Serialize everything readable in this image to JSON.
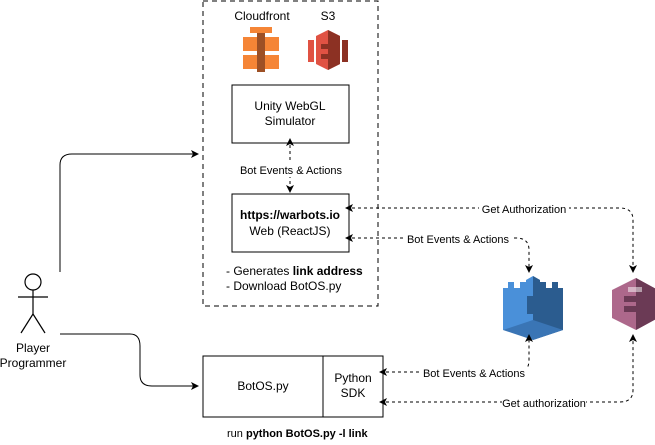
{
  "diagram": {
    "aws": {
      "cloudfront_label": "Cloudfront",
      "s3_label": "S3"
    },
    "simulator": {
      "line1": "Unity WebGL",
      "line2": "Simulator"
    },
    "web": {
      "url": "https://warbots.io",
      "subtitle": "Web (ReactJS)"
    },
    "notes": {
      "line1_prefix": "- Generates ",
      "line1_bold": "link address",
      "line2": "- Download BotOS.py"
    },
    "actor": {
      "line1": "Player",
      "line2": "Programmer"
    },
    "local": {
      "botos": "BotOS.py",
      "sdk_line1": "Python",
      "sdk_line2": "SDK"
    },
    "command": {
      "prefix": "run ",
      "bold": "python BotOS.py -l link"
    },
    "edges": {
      "sim_web": "Bot Events & Actions",
      "get_authorization": "Get Authorization",
      "web_gateway": "Bot Events & Actions",
      "sdk_gateway": "Bot Events & Actions",
      "sdk_cognito": "Get authorization"
    },
    "colors": {
      "aws_orange": "#f58536",
      "aws_orange_dark": "#9d5025",
      "s3_red": "#e05243",
      "s3_red_dark": "#8c3123",
      "gateway_blue": "#4a90d9",
      "gateway_blue_dark": "#2b5c8f",
      "cognito_purple": "#ad688b",
      "cognito_purple_dark": "#6b3a55"
    }
  }
}
